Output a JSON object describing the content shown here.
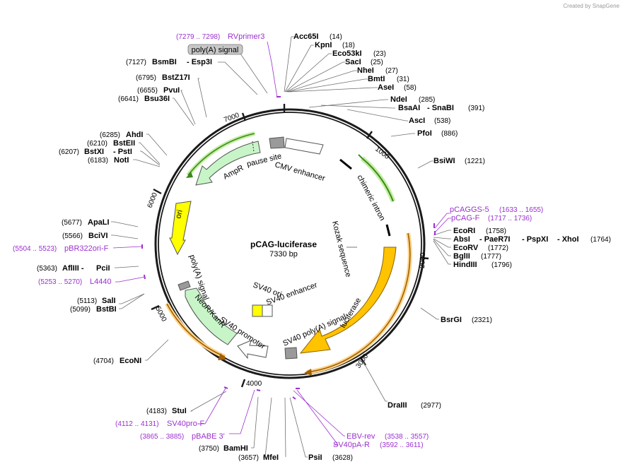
{
  "watermark": "Created by SnapGene",
  "plasmid": {
    "name": "pCAG-luciferase",
    "size": "7330 bp"
  },
  "ticks": [
    "1000",
    "2000",
    "3000",
    "4000",
    "5000",
    "6000",
    "7000"
  ],
  "features": {
    "cmv_enhancer": "CMV enhancer",
    "chimeric_intron": "chimeric intron",
    "kozak": "Kozak sequence",
    "luciferase": "luciferase",
    "sv40_polya": "SV40 poly(A) signal",
    "sv40_promoter": "SV40 promoter",
    "sv40_ori": "SV40 ori",
    "sv40_enhancer": "SV40 enhancer",
    "neor": "NeoR/KanR",
    "polya": "poly(A) signal",
    "ori": "ori",
    "ampr": "AmpR",
    "pause_site": "pause site",
    "polya_box": "poly(A) signal"
  },
  "sites": {
    "acc65i": {
      "name": "Acc65I",
      "pos": "(14)"
    },
    "kpni": {
      "name": "KpnI",
      "pos": "(18)"
    },
    "eco53ki": {
      "name": "Eco53kI",
      "pos": "(23)"
    },
    "saci": {
      "name": "SacI",
      "pos": "(25)"
    },
    "nhei": {
      "name": "NheI",
      "pos": "(27)"
    },
    "bmti": {
      "name": "BmtI",
      "pos": "(31)"
    },
    "asei": {
      "name": "AseI",
      "pos": "(58)"
    },
    "ndei": {
      "name": "NdeI",
      "pos": "(285)"
    },
    "bsaai": {
      "name": "BsaAI",
      "name2": "- SnaBI",
      "pos": "(391)"
    },
    "asci": {
      "name": "AscI",
      "pos": "(538)"
    },
    "pfoi": {
      "name": "PfoI",
      "pos": "(886)"
    },
    "bsiwi": {
      "name": "BsiWI",
      "pos": "(1221)"
    },
    "ecori": {
      "name": "EcoRI",
      "pos": "(1758)"
    },
    "absi": {
      "name": "AbsI",
      "name2": "- PaeR7I",
      "name3": "- PspXI",
      "name4": "- XhoI",
      "pos": "(1764)"
    },
    "ecorv": {
      "name": "EcoRV",
      "pos": "(1772)"
    },
    "bglii": {
      "name": "BglII",
      "pos": "(1777)"
    },
    "hindiii": {
      "name": "HindIII",
      "pos": "(1796)"
    },
    "bsrgi": {
      "name": "BsrGI",
      "pos": "(2321)"
    },
    "draiii": {
      "name": "DraIII",
      "pos": "(2977)"
    },
    "psii": {
      "name": "PsiI",
      "pos": "(3628)"
    },
    "mfei": {
      "name": "MfeI",
      "pos": "(3657)"
    },
    "bamhi": {
      "name": "BamHI",
      "pos": "(3750)"
    },
    "stui": {
      "name": "StuI",
      "pos": "(4183)"
    },
    "econi": {
      "name": "EcoNI",
      "pos": "(4704)"
    },
    "bstbi": {
      "name": "BstBI",
      "pos": "(5099)"
    },
    "sali": {
      "name": "SalI",
      "pos": "(5113)"
    },
    "pcii": {
      "name": "PciI",
      "name_pre": "AflIII -",
      "pos": "(5363)"
    },
    "bcivi": {
      "name": "BciVI",
      "pos": "(5566)"
    },
    "apali": {
      "name": "ApaLI",
      "pos": "(5677)"
    },
    "noti": {
      "name": "NotI",
      "pos": "(6183)"
    },
    "psti": {
      "name": "BstXI",
      "name2": "- PstI",
      "pos": "(6207)"
    },
    "bsteii": {
      "name": "BstEII",
      "pos": "(6210)"
    },
    "ahdi": {
      "name": "AhdI",
      "pos": "(6285)"
    },
    "bsu36i": {
      "name": "Bsu36I",
      "pos": "(6641)"
    },
    "pvui": {
      "name": "PvuI",
      "pos": "(6655)"
    },
    "bstz17i": {
      "name": "BstZ17I",
      "pos": "(6795)"
    },
    "bsmbi": {
      "name": "BsmBI",
      "name2": "- Esp3I",
      "pos": "(7127)"
    }
  },
  "primers": {
    "rvprimer3": {
      "name": "RVprimer3",
      "pos": "(7279 .. 7298)"
    },
    "pcaggs5": {
      "name": "pCAGGS-5",
      "pos": "(1633 .. 1655)"
    },
    "pcagf": {
      "name": "pCAG-F",
      "pos": "(1717 .. 1736)"
    },
    "pbr322ori": {
      "name": "pBR322ori-F",
      "pos": "(5504 .. 5523)"
    },
    "l4440": {
      "name": "L4440",
      "pos": "(5253 .. 5270)"
    },
    "sv40pro": {
      "name": "SV40pro-F",
      "pos": "(4112 .. 4131)"
    },
    "pbabe3": {
      "name": "pBABE 3'",
      "pos": "(3865 .. 3885)"
    },
    "ebvrev": {
      "name": "EBV-rev",
      "pos": "(3538 .. 3557)"
    },
    "sv40par": {
      "name": "SV40pA-R",
      "pos": "(3592 .. 3611)"
    }
  },
  "colors": {
    "backbone": "#1a1a1a",
    "luciferase": "#ffc300",
    "ori": "#ffff00",
    "resistance": "#c8f5c8",
    "promoter": "#ffffff",
    "terminator": "#9a9a9a",
    "primer": "#9b30d0",
    "orf_glow": "#ffd48a",
    "green_glow": "#c3eea0"
  }
}
